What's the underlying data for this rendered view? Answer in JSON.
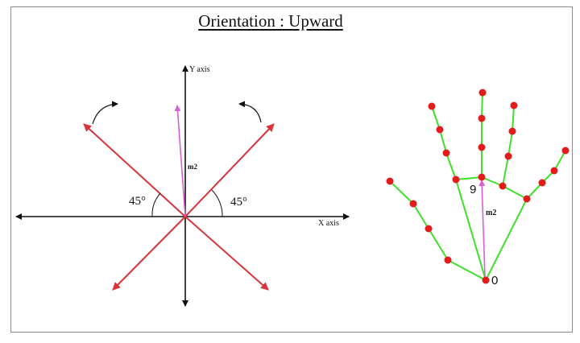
{
  "title": "Orientation : Upward",
  "axes": {
    "y_label": "Y axis",
    "x_label": "X axis",
    "vector_label": "m2",
    "angle_left": "45°",
    "angle_right": "45°"
  },
  "hand": {
    "vector_label": "m2",
    "landmark_wrist": "0",
    "landmark_middle_base": "9"
  },
  "colors": {
    "rotation_lines": "#d9343b",
    "vector": "#d85fd6",
    "hand_bones": "#3ee02a",
    "hand_joints": "#e31b1b",
    "axes": "#111111"
  }
}
